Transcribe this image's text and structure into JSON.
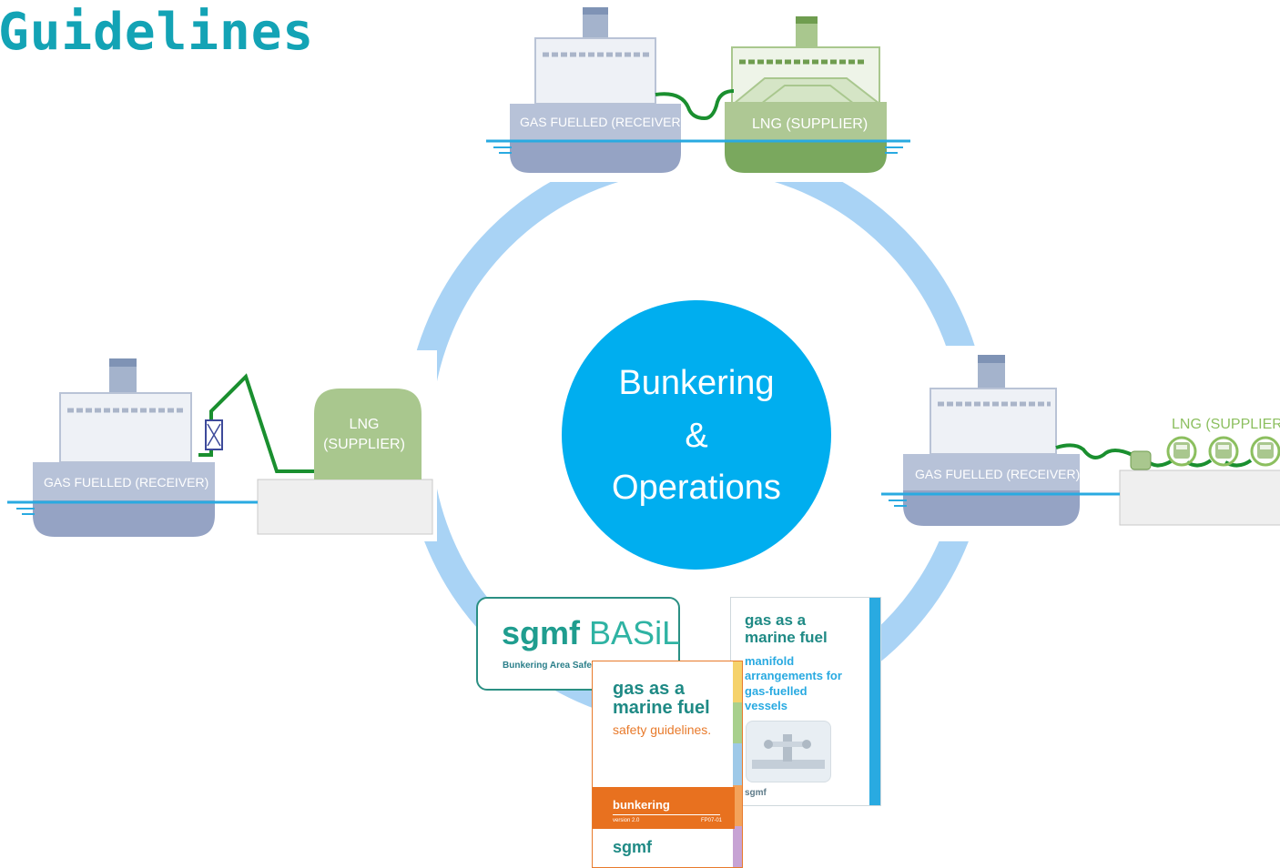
{
  "page": {
    "title": "Guidelines"
  },
  "center": {
    "line1": "Bunkering",
    "line2": "&",
    "line3": "Operations"
  },
  "scenarios": {
    "ship_to_ship": {
      "receiver_label": "GAS FUELLED (RECEIVER)",
      "supplier_label": "LNG (SUPPLIER)"
    },
    "shore_to_ship": {
      "receiver_label": "GAS FUELLED (RECEIVER)",
      "supplier_line1": "LNG",
      "supplier_line2": "(SUPPLIER)"
    },
    "truck_to_ship": {
      "receiver_label": "GAS FUELLED (RECEIVER)",
      "supplier_label": "LNG (SUPPLIER)"
    }
  },
  "documents": {
    "basil": {
      "brand": "sgmf",
      "name": "BASiL",
      "subtitle": "Bunkering Area Safety"
    },
    "manifold": {
      "title": "gas as a marine fuel",
      "subtitle": "manifold arrangements for gas-fuelled vessels",
      "footer": "sgmf"
    },
    "safety": {
      "title": "gas as a marine fuel",
      "subtitle": "safety guidelines.",
      "band": "bunkering",
      "version": "version 2.0",
      "code": "FP07-01",
      "footer": "sgmf"
    }
  },
  "colors": {
    "title": "#13a3b5",
    "center_circle": "#00aeef",
    "ring": "#a9d3f5",
    "receiver_hull": "#95a3c4",
    "lng_supplier": "#7aa85e",
    "hose": "#1a8f2f",
    "water": "#29aae1"
  }
}
